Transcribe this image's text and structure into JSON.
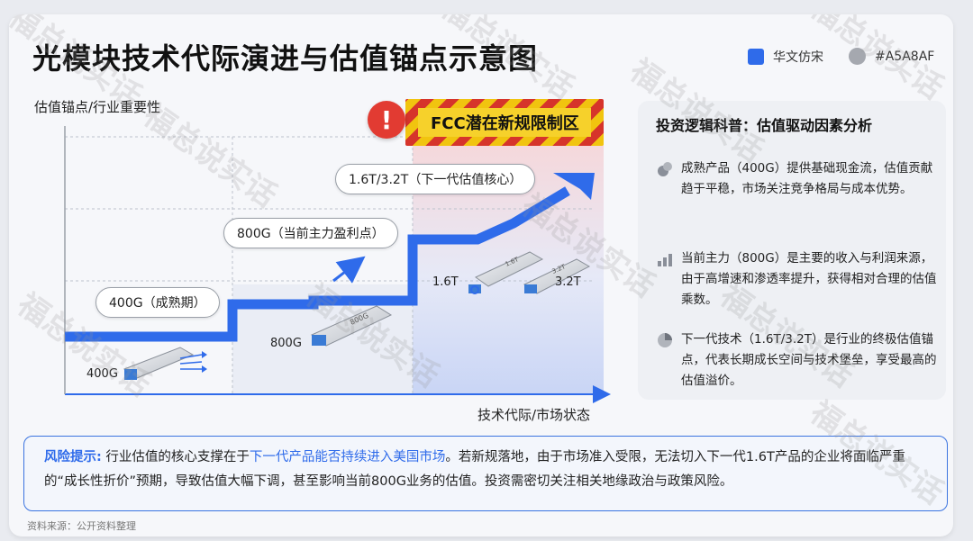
{
  "title": "光模块技术代际演进与估值锚点示意图",
  "legend": [
    {
      "label": "华文仿宋",
      "color": "#2f6bea"
    },
    {
      "label": "#A5A8AF",
      "color": "#a5a8af"
    }
  ],
  "axes": {
    "y_label": "估值锚点/行业重要性",
    "x_label": "技术代际/市场状态"
  },
  "callouts": {
    "c400": "400G（成熟期）",
    "c800": "800G（当前主力盈利点）",
    "c16": "1.6T/3.2T（下一代估值核心）"
  },
  "product_labels": {
    "p400": "400G",
    "p800": "800G",
    "p16": "1.6T",
    "p32": "3.2T"
  },
  "module_marks": {
    "m800": "800G",
    "m16": "1.6T",
    "m32": "3.2T"
  },
  "fcc_zone": "FCC潜在新规限制区",
  "panel": {
    "title": "投资逻辑科普：估值驱动因素分析",
    "items": [
      {
        "icon": "coins-icon",
        "text": "成熟产品（400G）提供基础现金流，估值贡献趋于平稳，市场关注竞争格局与成本优势。"
      },
      {
        "icon": "bar-growth-icon",
        "text": "当前主力（800G）是主要的收入与利润来源，由于高增速和渗透率提升，获得相对合理的估值乘数。"
      },
      {
        "icon": "pie-chart-icon",
        "text": "下一代技术（1.6T/3.2T）是行业的终极估值锚点，代表长期成长空间与技术堡垒，享受最高的估值溢价。"
      }
    ]
  },
  "risk": {
    "label": "风险提示:",
    "part1": " 行业估值的核心支撑在于",
    "emph": "下一代产品能否持续进入美国市场",
    "part2": "。若新规落地，由于市场准入受限，无法切入下一代1.6T产品的企业将面临严重的“成长性折价”预期，导致估值大幅下调，甚至影响当前800G业务的估值。投资需密切关注相关地缘政治与政策风险。"
  },
  "source": "资料来源：公开资料整理",
  "watermark": "福总说实话"
}
